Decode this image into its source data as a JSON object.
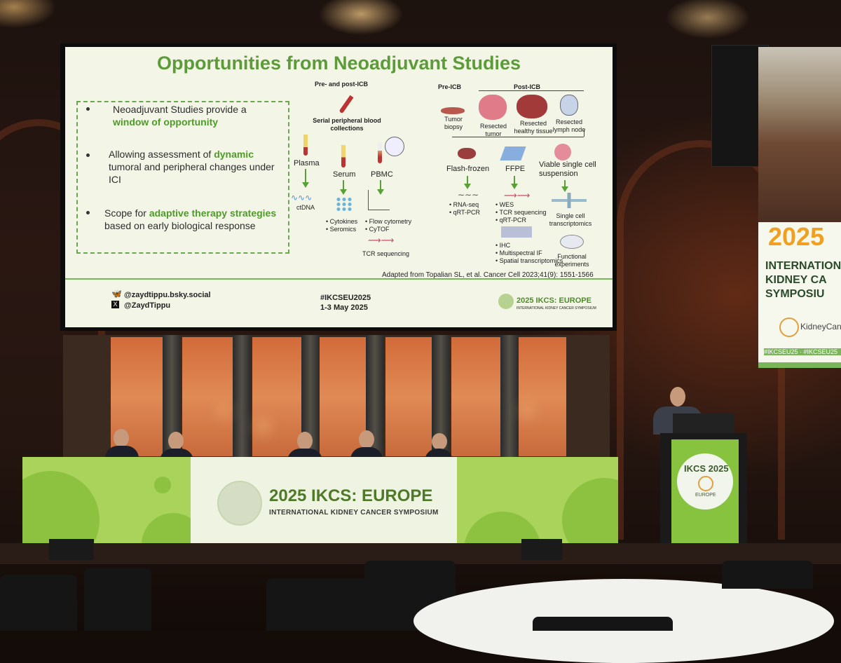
{
  "slide": {
    "title": "Opportunities from Neoadjuvant Studies",
    "bullets": [
      {
        "pre": "Neoadjuvant Studies provide a ",
        "hl": "window of opportunity",
        "post": ""
      },
      {
        "pre": "Allowing assessment of ",
        "hl": "dynamic",
        "post": " tumoral and peripheral changes under ICI"
      },
      {
        "pre": "Scope for ",
        "hl": "adaptive therapy strategies",
        "post": " based on early biological response"
      }
    ],
    "left_panel": {
      "header": "Pre- and post-ICB",
      "blood": "Serial peripheral blood collections",
      "plasma": "Plasma",
      "serum": "Serum",
      "pbmc": "PBMC",
      "ctdna": "ctDNA",
      "serum_items": [
        "Cytokines",
        "Seromics"
      ],
      "pbmc_items": [
        "Flow cytometry",
        "CyTOF"
      ],
      "tcr": "TCR sequencing"
    },
    "right_panel": {
      "pre_icb": "Pre-ICB",
      "post_icb": "Post-ICB",
      "tumor_biopsy": "Tumor biopsy",
      "resected_tumor": "Resected tumor",
      "resected_healthy": "Resected healthy tissue",
      "resected_lymph": "Resected lymph node",
      "flash_frozen": "Flash-frozen",
      "ffpe": "FFPE",
      "viable": "Viable single cell suspension",
      "ff_items": [
        "RNA-seq",
        "qRT-PCR"
      ],
      "ffpe_items": [
        "WES",
        "TCR sequencing",
        "qRT-PCR"
      ],
      "ffpe_items2": [
        "IHC",
        "Multispectral IF",
        "Spatial transcriptomics"
      ],
      "single_cell": "Single cell transcriptomics",
      "functional": "Functional experiments"
    },
    "citation": "Adapted from Topalian SL, et al. Cancer Cell 2023;41(9): 1551-1566",
    "social": [
      "@zaydtippu.bsky.social",
      "@ZaydTippu"
    ],
    "hashtag": "#IKCSEU2025",
    "dates": "1-3 May 2025",
    "footer_logo": "2025 IKCS: EUROPE",
    "footer_logo_sub": "INTERNATIONAL KIDNEY CANCER SYMPOSIUM"
  },
  "banner": {
    "year": "2025",
    "lines": [
      "INTERNATIONAL",
      "KIDNEY CA",
      "SYMPOSIU"
    ],
    "brand": "KidneyCan",
    "tags": "#IKCSEU25 · #IKCSEU25"
  },
  "stage": {
    "title": "2025 IKCS: EUROPE",
    "subtitle": "INTERNATIONAL KIDNEY CANCER SYMPOSIUM",
    "lectern_title": "IKCS 2025",
    "lectern_sub": "EUROPE"
  },
  "colors": {
    "accent_green": "#5d9b3a",
    "table_green": "#a9d35a",
    "panel_orange": "#e08a55"
  }
}
